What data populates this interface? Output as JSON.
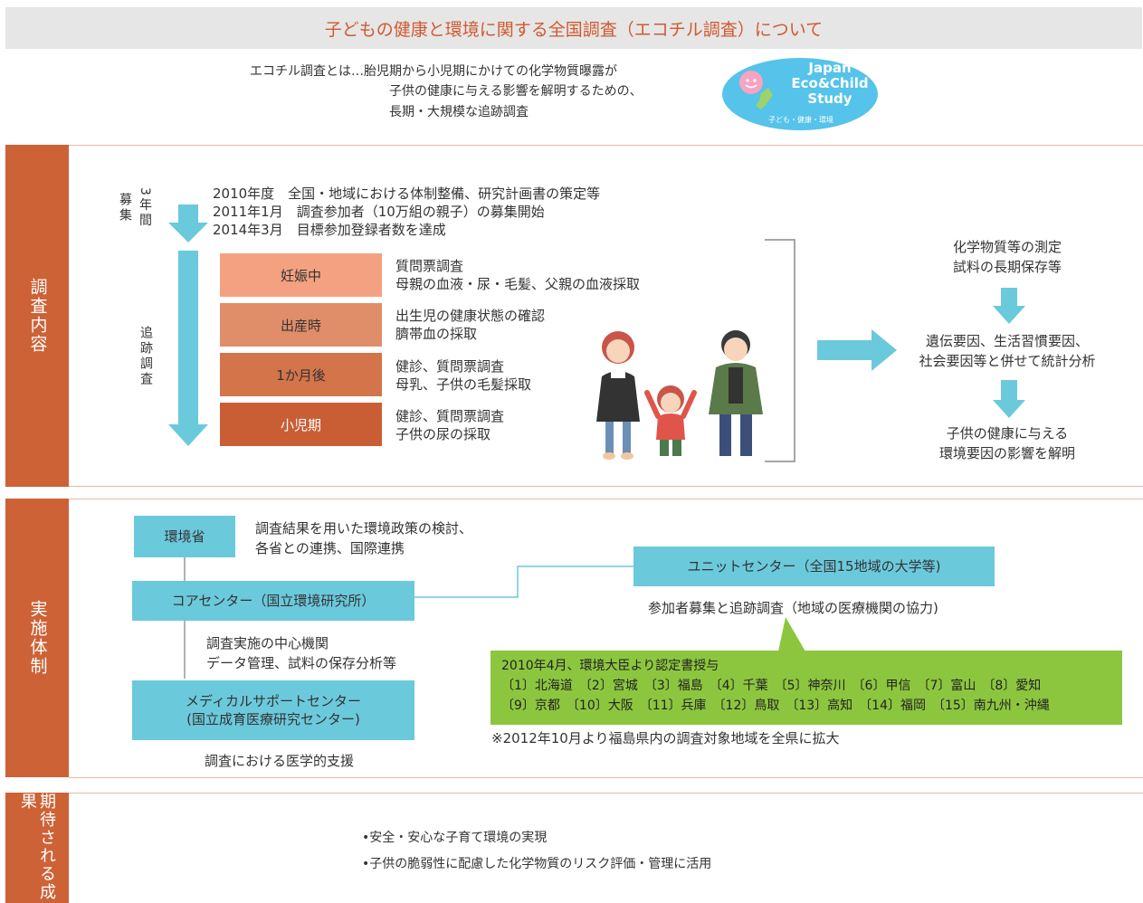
{
  "title": "子どもの健康と環境に関する全国調査（エコチル調査）について",
  "intro": {
    "line1": "エコチル調査とは…胎児期から小児期にかけての化学物質曝露が",
    "line2": "子供の健康に与える影響を解明するための、",
    "line3": "長期・大規模な追跡調査"
  },
  "logo": {
    "line1": "Japan",
    "line2": "Eco&Child",
    "line3": "Study",
    "tagline": "子ども・健康・環境"
  },
  "sections": {
    "survey": "調査内容",
    "implementation": "実施体制",
    "expected": "期待される成果"
  },
  "recruit": {
    "label_period": "3年間",
    "label_recruit": "募集",
    "items": [
      "2010年度　全国・地域における体制整備、研究計画書の策定等",
      "2011年1月　調査参加者（10万組の親子）の募集開始",
      "2014年3月　目標参加登録者数を達成"
    ]
  },
  "followup": {
    "label": "追跡調査",
    "stages": [
      {
        "name": "妊娠中",
        "line1": "質問票調査",
        "line2": "母親の血液・尿・毛髪、父親の血液採取"
      },
      {
        "name": "出産時",
        "line1": "出生児の健康状態の確認",
        "line2": "臍帯血の採取"
      },
      {
        "name": "1か月後",
        "line1": "健診、質問票調査",
        "line2": "母乳、子供の毛髪採取"
      },
      {
        "name": "小児期",
        "line1": "健診、質問票調査",
        "line2": "子供の尿の採取"
      }
    ]
  },
  "analysis": {
    "step1_line1": "化学物質等の測定",
    "step1_line2": "試料の長期保存等",
    "step2_line1": "遺伝要因、生活習慣要因、",
    "step2_line2": "社会要因等と併せて統計分析",
    "step3_line1": "子供の健康に与える",
    "step3_line2": "環境要因の影響を解明"
  },
  "org": {
    "moe": "環境省",
    "moe_desc1": "調査結果を用いた環境政策の検討、",
    "moe_desc2": "各省との連携、国際連携",
    "core": "コアセンター（国立環境研究所）",
    "core_desc1": "調査実施の中心機関",
    "core_desc2": "データ管理、試料の保存分析等",
    "medical_line1": "メディカルサポートセンター",
    "medical_line2": "(国立成育医療研究センター)",
    "medical_desc": "調査における医学的支援",
    "unit": "ユニットセンター（全国15地域の大学等)",
    "unit_desc": "参加者募集と追跡調査（地域の医療機関の協力)",
    "green_line1": "2010年4月、環境大臣より認定書授与",
    "green_line2": "〔1〕北海道　〔2〕宮城　〔3〕福島　〔4〕千葉　〔5〕神奈川　〔6〕甲信　〔7〕富山　〔8〕愛知",
    "green_line3": "〔9〕京都　〔10〕大阪　〔11〕兵庫　〔12〕鳥取　〔13〕高知　〔14〕福岡　〔15〕南九州・沖縄",
    "note": "※2012年10月より福島県内の調査対象地域を全県に拡大"
  },
  "outcomes": [
    "•安全・安心な子育て環境の実現",
    "•子供の脆弱性に配慮した化学物質のリスク評価・管理に活用"
  ],
  "colors": {
    "accent": "#cd6236",
    "arrow_blue": "#6bc9dc",
    "green": "#8cc63f",
    "stage1": "#f4a181",
    "stage2": "#e08d6a",
    "stage3": "#d3744a",
    "stage4": "#c95e35"
  }
}
